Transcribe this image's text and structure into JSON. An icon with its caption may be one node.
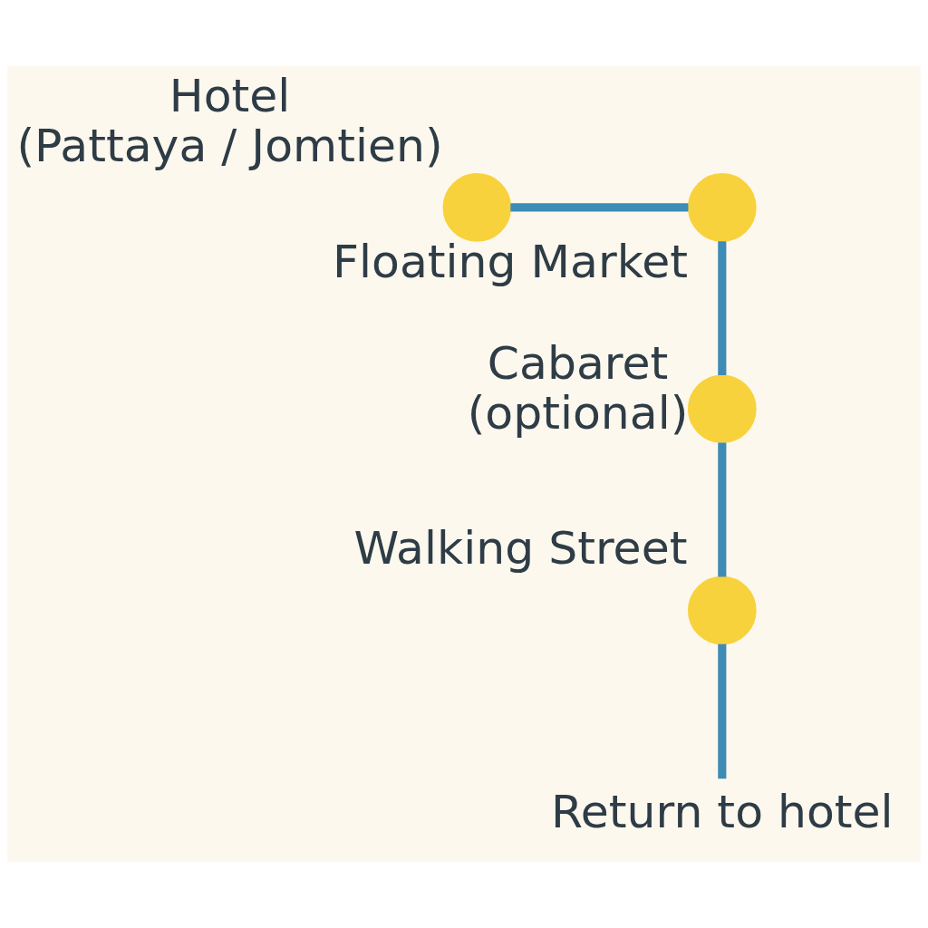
{
  "diagram": {
    "nodes": [
      {
        "text": [],
        "shape": "circle",
        "beside": [
          "Hotel",
          "(Pattaya / Jomtien)"
        ]
      },
      {
        "text": [],
        "shape": "circle",
        "beside": [
          "Floating Market"
        ]
      },
      {
        "text": [],
        "shape": "circle",
        "beside": [
          "Cabaret",
          "(optional)"
        ]
      },
      {
        "text": [],
        "shape": "circle",
        "beside": [
          "Walking Street"
        ]
      },
      {
        "text": [
          "Return to hotel"
        ]
      }
    ],
    "edges": [
      {
        "from": 0,
        "to": 1,
        "arrow": "none"
      },
      {
        "from": 1,
        "to": 2,
        "arrow": "none"
      },
      {
        "from": 2,
        "to": 3,
        "arrow": "none"
      },
      {
        "from": 3,
        "to": 4,
        "arrow": "none"
      }
    ]
  }
}
